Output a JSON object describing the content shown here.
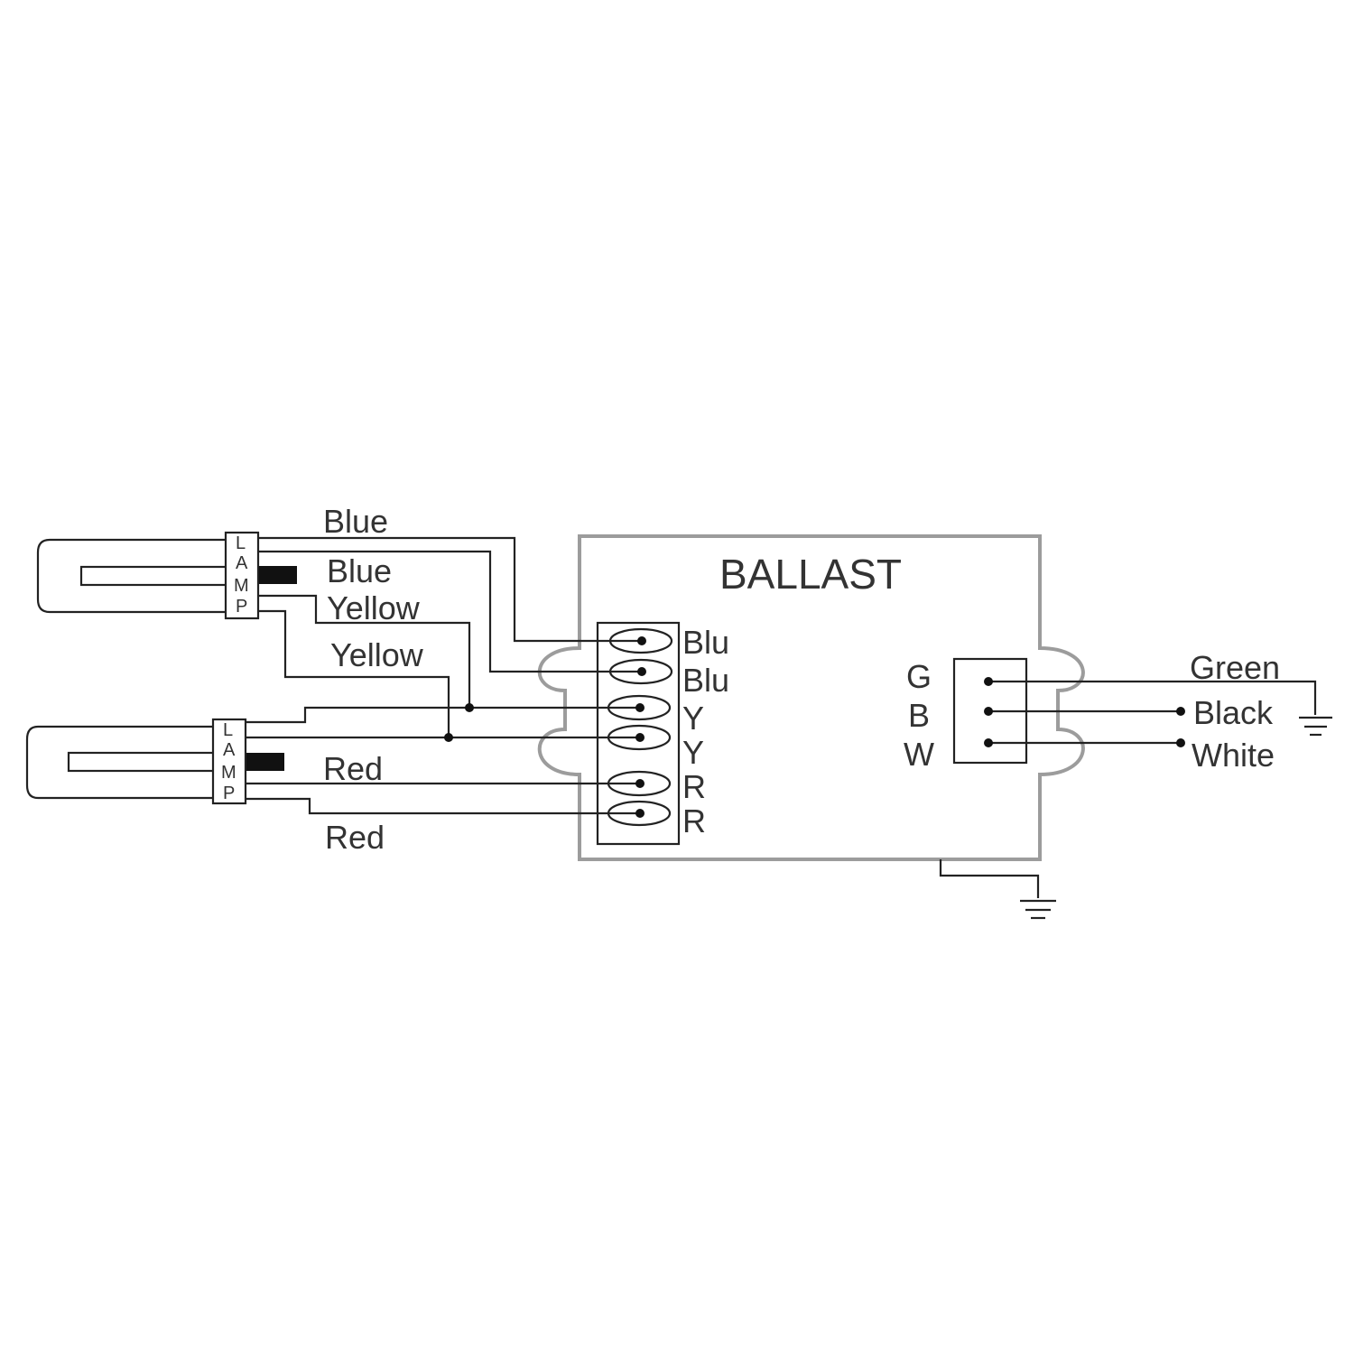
{
  "diagram": {
    "ballast_label": "BALLAST",
    "lamp_letters": [
      "L",
      "A",
      "M",
      "P"
    ],
    "wire_labels": {
      "blue_top": "Blue",
      "blue_second": "Blue",
      "yellow_top": "Yellow",
      "yellow_second": "Yellow",
      "red_top": "Red",
      "red_bottom": "Red",
      "green": "Green",
      "black": "Black",
      "white": "White"
    },
    "left_terminals": [
      "Blu",
      "Blu",
      "Y",
      "Y",
      "R",
      "R"
    ],
    "right_terminals": [
      "G",
      "B",
      "W"
    ],
    "colors": {
      "housing": "#9c9c9c",
      "wire": "#222222",
      "text": "#333333"
    }
  }
}
